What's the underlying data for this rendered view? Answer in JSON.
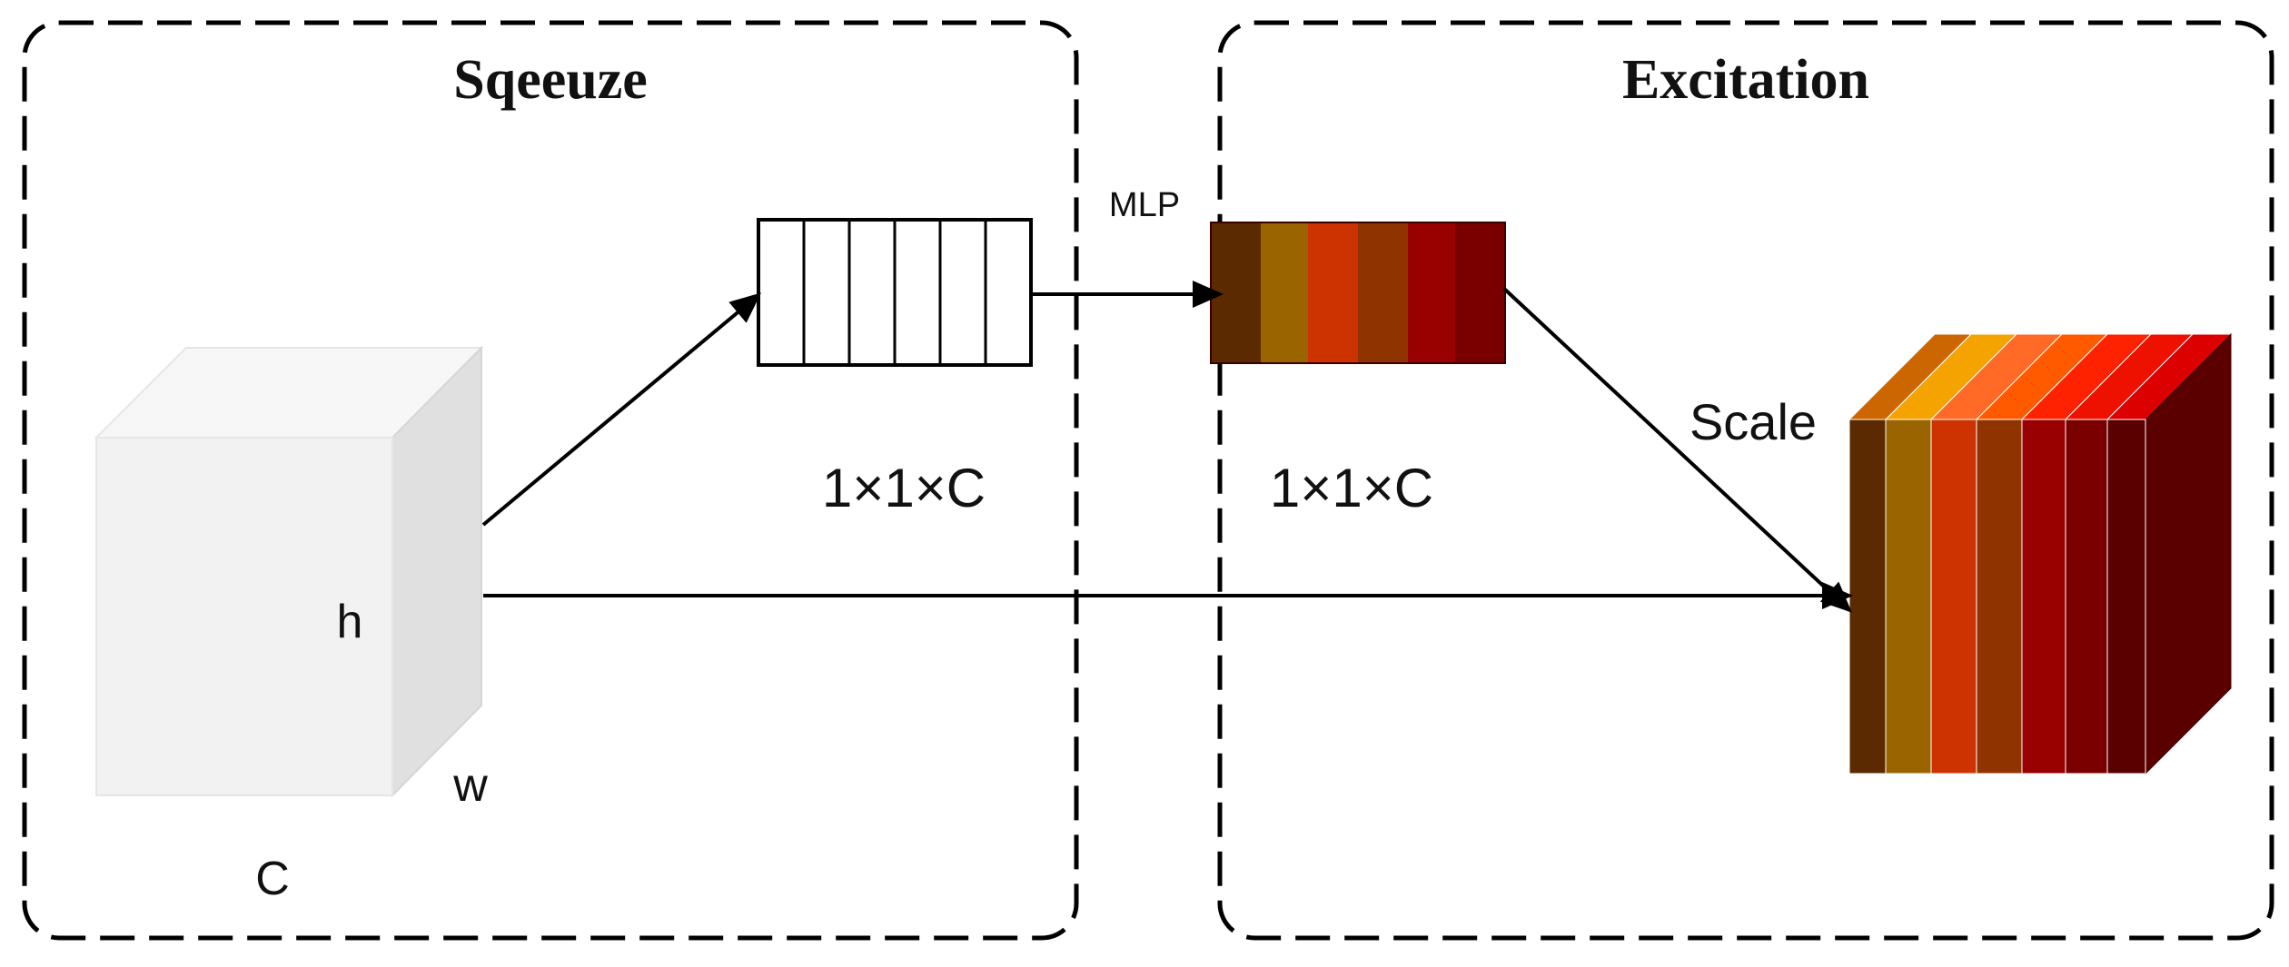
{
  "panels": {
    "squeeze": {
      "title": "Sqeeuze"
    },
    "excitation": {
      "title": "Excitation"
    }
  },
  "cube_labels": {
    "height": "h",
    "width": "w",
    "channels": "C"
  },
  "vector_labels": {
    "pooled": "1×1×C",
    "weights": "1×1×C"
  },
  "arrow_labels": {
    "mlp": "MLP",
    "scale": "Scale"
  },
  "colors": {
    "line": "#000000",
    "cube_front": "#f2f2f2",
    "cube_top": "#f7f7f7",
    "cube_side": "#e0e0e0",
    "weight_strips": [
      "#5c2a00",
      "#9a6400",
      "#cc3300",
      "#8f3300",
      "#990000",
      "#7a0000"
    ],
    "output_strips": [
      "#5c2a00",
      "#9a6400",
      "#cc3300",
      "#8f3300",
      "#990000",
      "#7a0000",
      "#5a0000"
    ],
    "output_top": [
      "#cc6600",
      "#f5a300",
      "#ff6a26",
      "#ff5a00",
      "#ff2200",
      "#ee1100",
      "#dd0000"
    ]
  }
}
